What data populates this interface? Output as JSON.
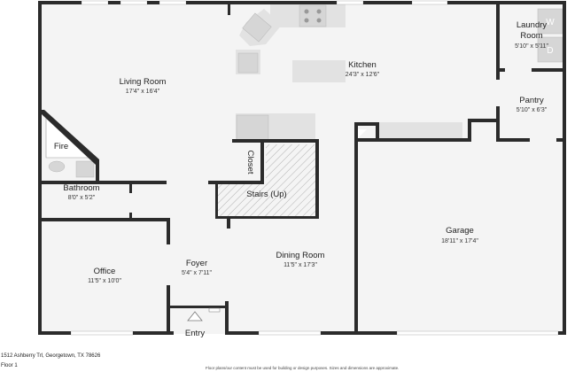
{
  "rooms": {
    "living": {
      "name": "Living Room",
      "dim": "17'4\" x 16'4\""
    },
    "kitchen": {
      "name": "Kitchen",
      "dim": "24'3\" x 12'6\""
    },
    "laundry": {
      "name1": "Laundry",
      "name2": "Room",
      "dim": "5'10\" x 5'11\""
    },
    "pantry": {
      "name": "Pantry",
      "dim": "5'10\" x 6'3\""
    },
    "fire": {
      "name": "Fire"
    },
    "bathroom": {
      "name": "Bathroom",
      "dim": "8'0\" x 5'2\""
    },
    "closet": {
      "name": "Closet"
    },
    "stairs": {
      "name": "Stairs (Up)"
    },
    "garage": {
      "name": "Garage",
      "dim": "18'11\" x 17'4\""
    },
    "office": {
      "name": "Office",
      "dim": "11'5\" x 10'0\""
    },
    "foyer": {
      "name": "Foyer",
      "dim": "5'4\" x 7'11\""
    },
    "dining": {
      "name": "Dining Room",
      "dim": "11'5\" x 17'3\""
    },
    "entry": {
      "name": "Entry"
    }
  },
  "appliances": {
    "washer": "W",
    "dryer": "D"
  },
  "footer": {
    "address": "1512 Ashberry Trl, Georgetown, TX 78626",
    "floor": "Floor 1",
    "disclaimer": "Floor plans/our content must be used for building or design purposes. Sizes and dimensions are approximate."
  },
  "colors": {
    "wall": "#2b2b2b",
    "floor": "#f4f4f4"
  }
}
